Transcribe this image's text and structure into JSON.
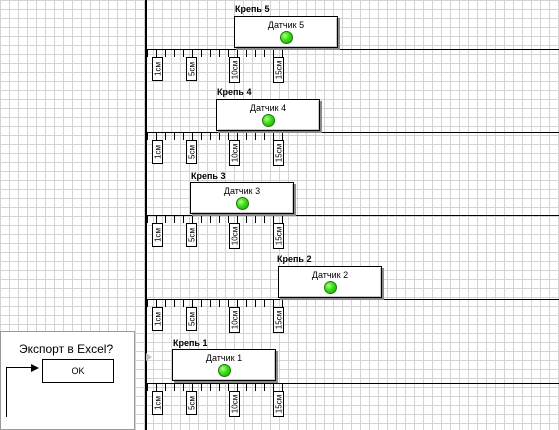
{
  "ruler_marks": [
    "1см",
    "5см",
    "10см",
    "15см"
  ],
  "supports": [
    {
      "caption": "Крепь 5",
      "sensor_label": "Датчик 5",
      "status": "green"
    },
    {
      "caption": "Крепь 4",
      "sensor_label": "Датчик 4",
      "status": "green"
    },
    {
      "caption": "Крепь 3",
      "sensor_label": "Датчик 3",
      "status": "green"
    },
    {
      "caption": "Крепь 2",
      "sensor_label": "Датчик 2",
      "status": "green"
    },
    {
      "caption": "Крепь 1",
      "sensor_label": "Датчик 1",
      "status": "green"
    }
  ],
  "export_dialog": {
    "question": "Экспорт в Excel?",
    "ok_label": "OK"
  },
  "colors": {
    "led_green": "#3fe21a",
    "grid": "#d4d4d4"
  }
}
